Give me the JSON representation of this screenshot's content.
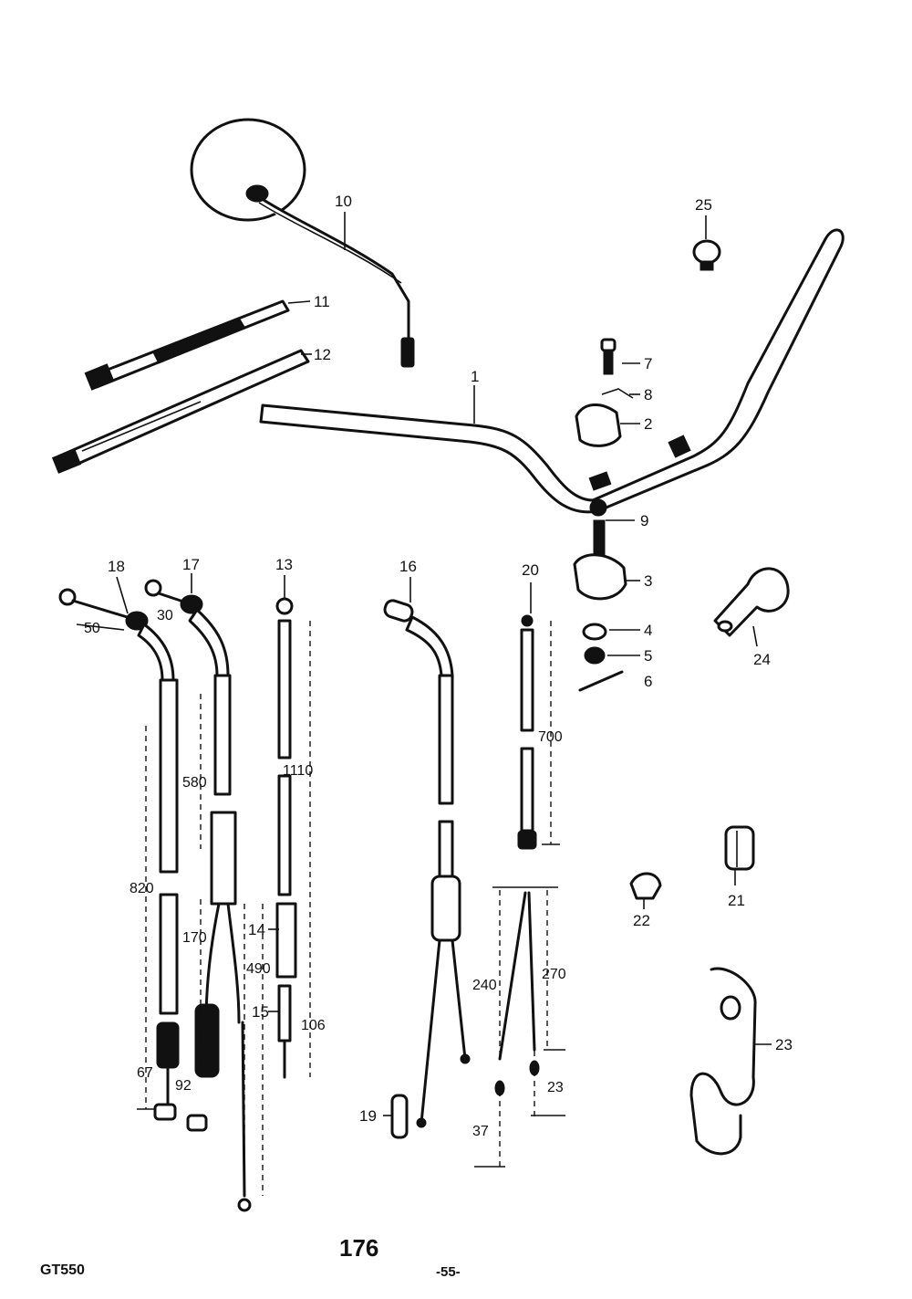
{
  "callouts": {
    "c1": "1",
    "c2": "2",
    "c3": "3",
    "c4": "4",
    "c5": "5",
    "c6": "6",
    "c7": "7",
    "c8": "8",
    "c9": "9",
    "c10": "10",
    "c11": "11",
    "c12": "12",
    "c13": "13",
    "c14": "14",
    "c15": "15",
    "c16": "16",
    "c17": "17",
    "c18": "18",
    "c19": "19",
    "c20": "20",
    "c21": "21",
    "c22": "22",
    "c23": "23",
    "c24": "24",
    "c25": "25"
  },
  "dimensions": {
    "d50": "50",
    "d30": "30",
    "d820": "820",
    "d580": "580",
    "d1110": "1110",
    "d700": "700",
    "d170": "170",
    "d490": "490",
    "d106": "106",
    "d240": "240",
    "d270": "270",
    "d67": "67",
    "d92": "92",
    "d23": "23",
    "d37": "37"
  },
  "footer": {
    "model": "GT550",
    "figure_number": "176",
    "page_number": "-55-"
  }
}
